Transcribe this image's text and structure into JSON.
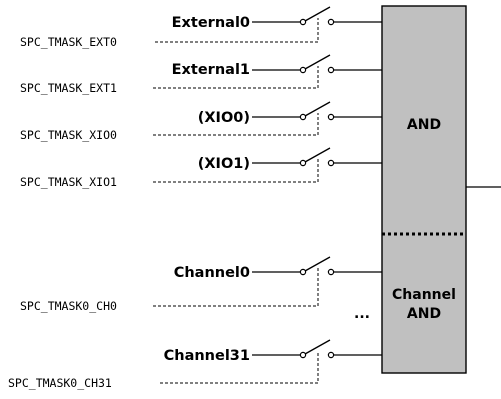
{
  "signals": [
    {
      "name": "External0",
      "mask": "SPC_TMASK_EXT0"
    },
    {
      "name": "External1",
      "mask": "SPC_TMASK_EXT1"
    },
    {
      "name": "(XIO0)",
      "mask": "SPC_TMASK_XIO0"
    },
    {
      "name": "(XIO1)",
      "mask": "SPC_TMASK_XIO1"
    },
    {
      "name": "Channel0",
      "mask": "SPC_TMASK0_CH0"
    },
    {
      "name": "Channel31",
      "mask": "SPC_TMASK0_CH31"
    }
  ],
  "blocks": {
    "and_label": "AND",
    "channel_and_label_line1": "Channel",
    "channel_and_label_line2": "AND"
  },
  "ellipsis": "...",
  "colors": {
    "block_fill": "#c0c0c0",
    "line": "#000000"
  }
}
